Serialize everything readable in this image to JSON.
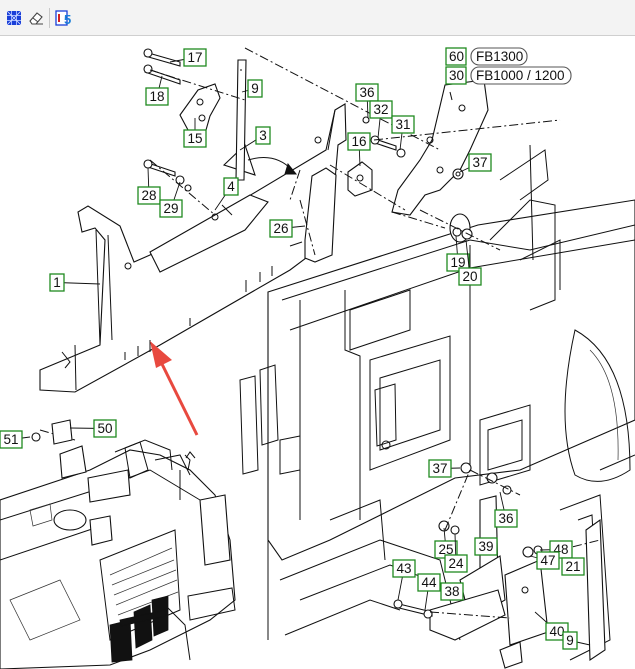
{
  "toolbar": {
    "icons": [
      "blue-grid-icon",
      "eraser-icon",
      "number-5-icon"
    ]
  },
  "labels": {
    "variant_60": "60",
    "variant_60_model": "FB1300",
    "variant_30": "30",
    "variant_30_model": "FB1000 / 1200"
  },
  "callouts": [
    "17",
    "18",
    "9",
    "15",
    "3",
    "36",
    "32",
    "31",
    "16",
    "37",
    "4",
    "28",
    "29",
    "26",
    "1",
    "19",
    "20",
    "51",
    "50",
    "37",
    "36",
    "25",
    "24",
    "39",
    "48",
    "47",
    "21",
    "43",
    "44",
    "38",
    "40",
    "9"
  ],
  "colors": {
    "callout_border": "#1f8a1f",
    "pointer_arrow": "#e8493f",
    "machine_highlight": "#111111"
  }
}
